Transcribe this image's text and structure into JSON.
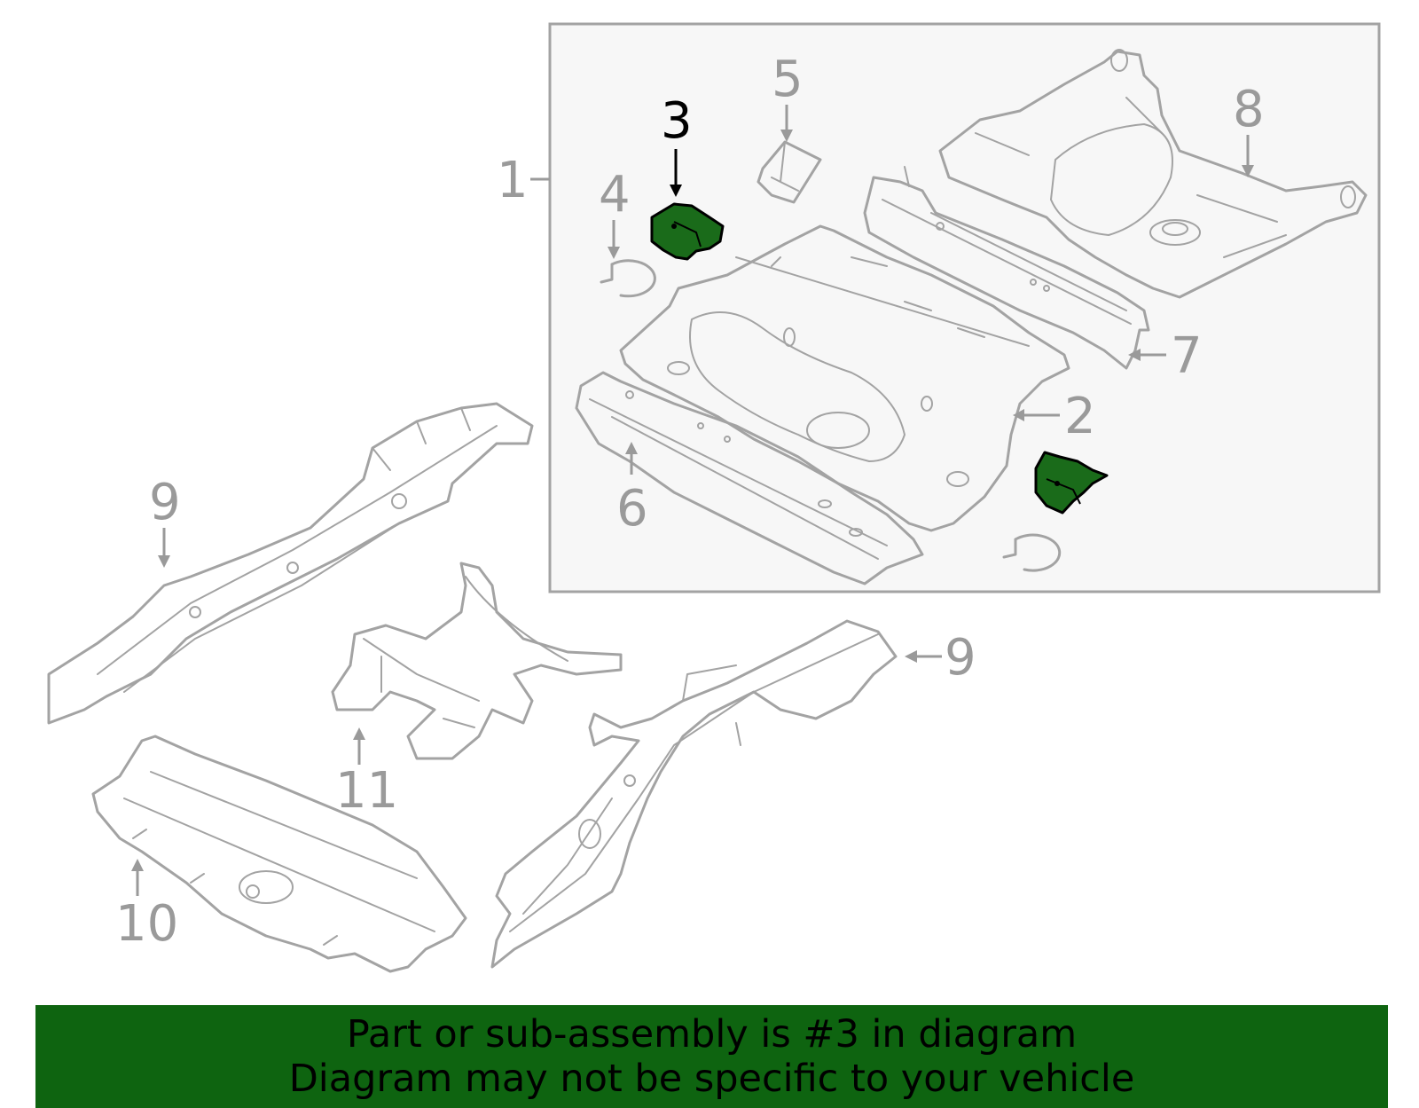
{
  "callouts": {
    "c1": "1",
    "c2": "2",
    "c3": "3",
    "c4": "4",
    "c5": "5",
    "c6": "6",
    "c7": "7",
    "c8": "8",
    "c9a": "9",
    "c9b": "9",
    "c10": "10",
    "c11": "11"
  },
  "highlight": {
    "part_number": "3",
    "fill_color": "#1a6b1a",
    "outline_color": "#000000"
  },
  "colors": {
    "line_art": "#a3a3a3",
    "callout_text": "#9a9a9a",
    "inset_background": "#f7f7f7",
    "banner_background": "#0e6410"
  },
  "banner": {
    "line1": "Part or sub-assembly is #3 in diagram",
    "line2": "Diagram may not be specific to your vehicle"
  }
}
